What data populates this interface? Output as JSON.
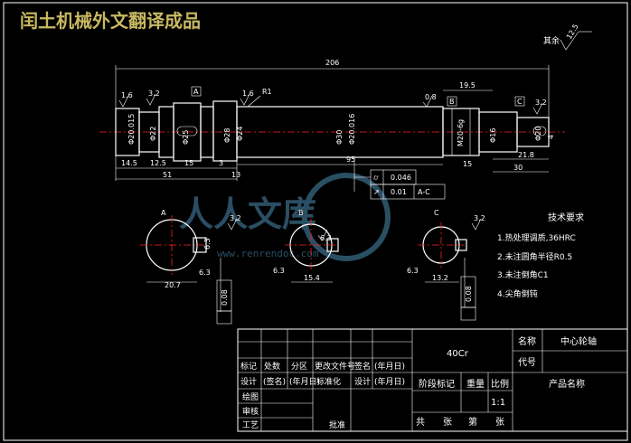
{
  "header_watermark": "闰土机械外文翻译成品",
  "center_watermark": {
    "main": "人人文库",
    "sub": "www.renrendoc.com"
  },
  "surface_roughness_rest": {
    "label": "其余",
    "value": "12.5"
  },
  "main_view": {
    "overall_length": "206",
    "roughness": [
      "1.6",
      "3.2",
      "1.6",
      "0.8",
      "3.2"
    ],
    "radius": "R1",
    "diameters": [
      "Φ20.015",
      "Φ22",
      "Φ25",
      "Φ28",
      "Φ24",
      "Φ30",
      "Φ20.016",
      "M20-6g",
      "Φ16",
      "Φ20"
    ],
    "datum_labels": [
      "A",
      "B",
      "C"
    ],
    "lengths": [
      "14.5",
      "12.5",
      "15",
      "3",
      "51",
      "13",
      "95",
      "15",
      "19.5",
      "21.8",
      "30",
      "4"
    ],
    "tolerance_frame": [
      {
        "symbol": "⌭",
        "value": "0.046"
      },
      {
        "symbol": "↗",
        "value": "0.01",
        "datum": "A-C"
      }
    ]
  },
  "sections": [
    {
      "label": "A",
      "width_dim": "20.7",
      "keyway": "6.3",
      "flatness": "0.08",
      "roughness": "3.2"
    },
    {
      "label": "B",
      "width_dim": "15.4",
      "keyway": "6.3",
      "roughness": "6.3"
    },
    {
      "label": "C",
      "width_dim": "13.2",
      "keyway": "6.3",
      "flatness": "0.08",
      "roughness": "3.2"
    }
  ],
  "tech_requirements": {
    "title": "技术要求",
    "items": [
      "1.热处理调质,36HRC",
      "2.未注圆角半径R0.5",
      "3.未注倒角C1",
      "4.尖角倒钝"
    ]
  },
  "title_block": {
    "material": "40Cr",
    "name_label": "名称",
    "name_value": "中心轮轴",
    "code_label": "代号",
    "product_name": "产品名称",
    "stage_mark": "阶段标记",
    "weight": "重量",
    "scale_label": "比例",
    "scale_value": "1:1",
    "sheets": [
      "共",
      "张",
      "第",
      "张"
    ],
    "revision_headers": [
      "标记",
      "处数",
      "分区",
      "更改文件号",
      "签名",
      "(年月日)"
    ],
    "design_row": [
      "设计",
      "(签名)",
      "(年月日)",
      "标准化",
      "设计",
      "(年月日)"
    ],
    "left_rows": [
      "绘图",
      "审核",
      "工艺"
    ],
    "approve": "批准"
  }
}
